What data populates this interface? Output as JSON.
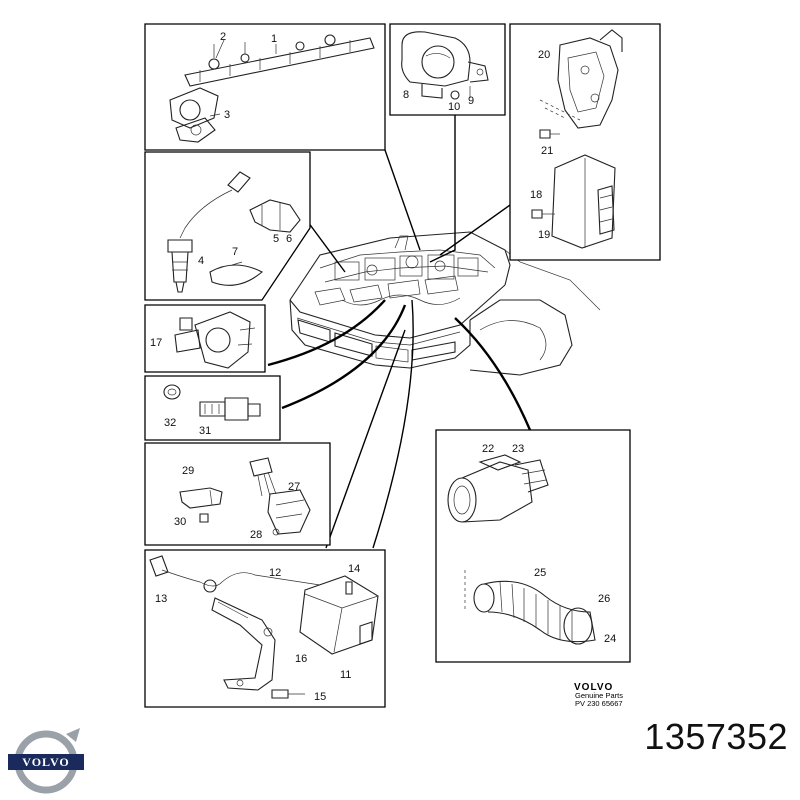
{
  "callouts": {
    "p1": "1",
    "p2": "2",
    "p3": "3",
    "p4": "4",
    "p5": "5",
    "p6": "6",
    "p7": "7",
    "p8": "8",
    "p9": "9",
    "p10": "10",
    "p11": "11",
    "p12": "12",
    "p13": "13",
    "p14": "14",
    "p15": "15",
    "p16": "16",
    "p17": "17",
    "p18": "18",
    "p19": "19",
    "p20": "20",
    "p21": "21",
    "p22": "22",
    "p23": "23",
    "p24": "24",
    "p25": "25",
    "p26": "26",
    "p27": "27",
    "p28": "28",
    "p29": "29",
    "p30": "30",
    "p31": "31",
    "p32": "32"
  },
  "stamp": {
    "brand": "VOLVO",
    "line1": "Genuine Parts",
    "line2": "PV 230 65667"
  },
  "logo": {
    "wordmark": "VOLVO",
    "color_primary": "#1a2a5c",
    "color_metal": "#9aa1a8"
  },
  "part_number": "1357352",
  "colors": {
    "ink": "#000000",
    "background": "#ffffff"
  }
}
